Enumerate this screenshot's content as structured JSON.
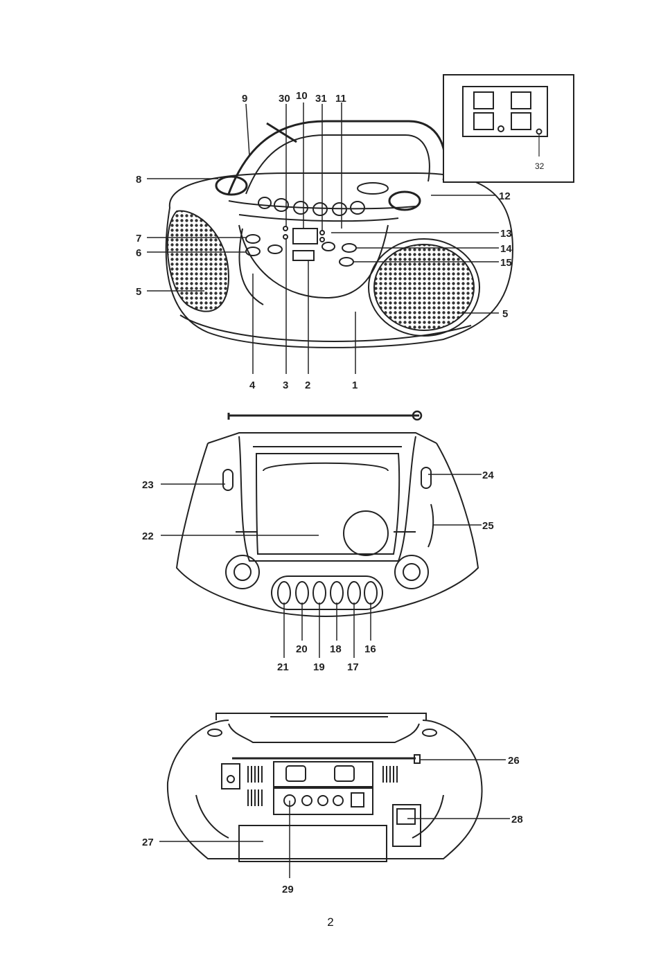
{
  "figure1": {
    "callouts": [
      "9",
      "30",
      "10",
      "31",
      "11",
      "8",
      "12",
      "7",
      "6",
      "13",
      "14",
      "15",
      "5",
      "5",
      "4",
      "3",
      "2",
      "1"
    ],
    "inset_label": "32"
  },
  "figure2": {
    "callouts": [
      "23",
      "24",
      "22",
      "25",
      "21",
      "20",
      "19",
      "18",
      "17",
      "16"
    ]
  },
  "figure3": {
    "callouts": [
      "26",
      "28",
      "27",
      "29"
    ]
  },
  "page_number": "2"
}
